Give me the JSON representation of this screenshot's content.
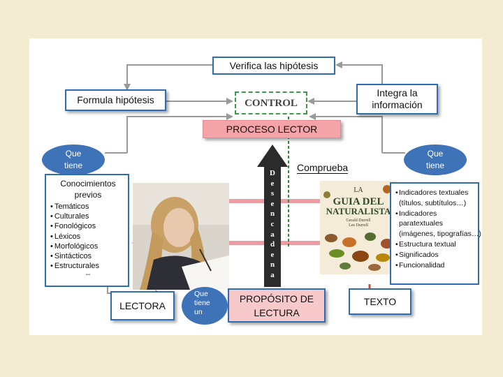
{
  "colors": {
    "background": "#f3ecd3",
    "border_blue": "#2e6db5",
    "ellipse_blue": "#3f73b8",
    "proceso_fill": "#f4a4a8",
    "proposito_fill": "#f7c9cb",
    "arrow_gray": "#9a9a9a",
    "desencadena_arrow": "#2b2b2b",
    "pink_arrow": "#ec9ca3",
    "green_dashed": "#2e8b3a"
  },
  "verifica": "Verifica las hipótesis",
  "formula": "Formula hipótesis",
  "integra": "Integra la información",
  "control": "CONTROL",
  "proceso_lector": "PROCESO LECTOR",
  "que_tiene_left": "Que tiene",
  "que_tiene_right": "Que tiene",
  "comprueba": "Comprueba",
  "desencadena_letters": [
    "D",
    "e",
    "s",
    "e",
    "n",
    "c",
    "a",
    "d",
    "e",
    "n",
    "a"
  ],
  "conocimientos": {
    "title": "Conocimientos previos",
    "items": [
      "Temáticos",
      "Culturales",
      "Fonológicos",
      "Léxicos",
      "Morfológicos",
      "Sintácticos",
      "Estructurales"
    ],
    "trailing": "--"
  },
  "indicadores": {
    "items": [
      "Indicadores textuales",
      "(títulos, subtítulos…)",
      "Indicadores",
      "paratextuales",
      "(imágenes, tipografías…)",
      "Estructura textual",
      "Significados",
      "Funcionalidad"
    ],
    "bulleted": [
      true,
      false,
      true,
      false,
      false,
      true,
      true,
      true
    ]
  },
  "lectora": "LECTORA",
  "que_tiene_un": "Que tiene un",
  "proposito": "PROPÓSITO DE LECTURA",
  "texto": "TEXTO",
  "images": {
    "girl_photo": "woman-writing-photo",
    "book_cover": "book-cover-la-guia-del-naturalista"
  }
}
